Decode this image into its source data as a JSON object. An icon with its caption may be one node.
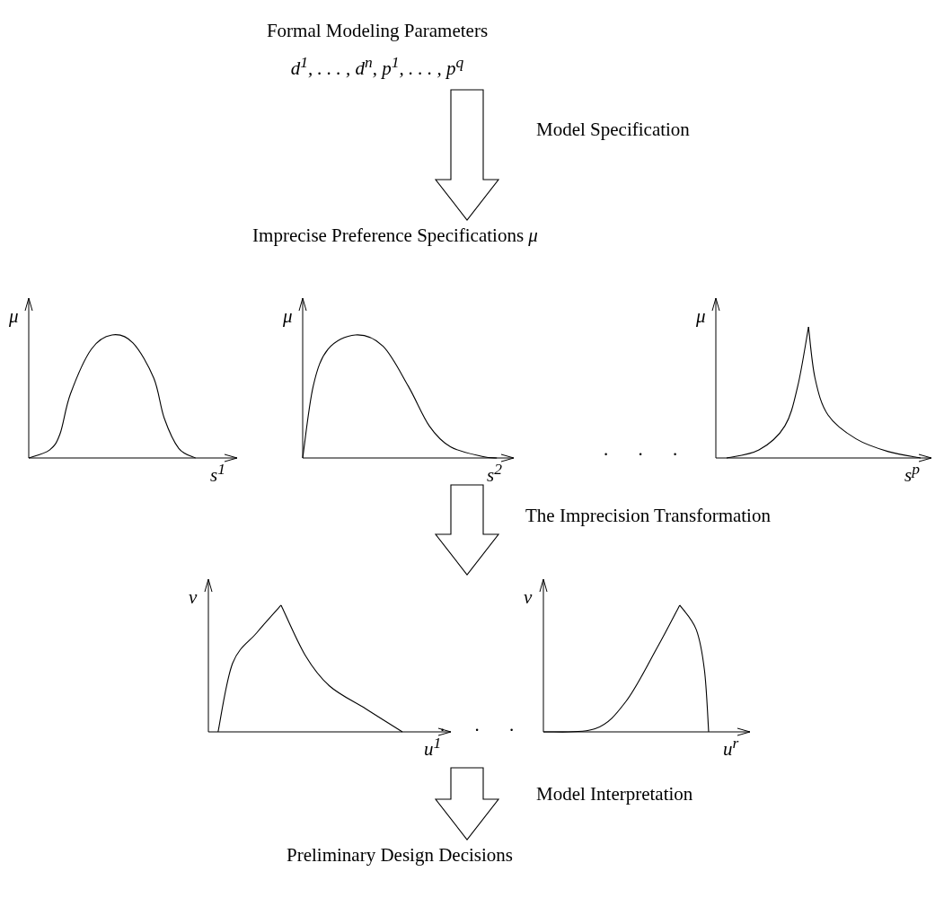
{
  "diagram": {
    "nodes": [
      {
        "text": [
          "Formal Modeling Parameters",
          "d$^{1}$, . . . , d$^{n}$, p$^{1}$, . . . , p$^{q}$"
        ]
      },
      {
        "text": [
          "Imprecise Preference Specifications *μ*"
        ]
      },
      {
        "text": [
          "μ",
          "s$^{1}$"
        ]
      },
      {
        "text": [
          "μ",
          "s$^{2}$"
        ]
      },
      {
        "text": [
          "μ",
          "s$^{p}$"
        ]
      },
      {
        "text": [
          "ν",
          "u$^{1}$"
        ]
      },
      {
        "text": [
          "ν",
          "u$^{r}$"
        ]
      },
      {
        "text": [
          "Preliminary Design Decisions"
        ]
      }
    ],
    "edges": [
      {
        "from": 0,
        "to": 1,
        "arrow": "to",
        "label": "Model Specification"
      },
      {
        "from": 3,
        "to": 5,
        "arrow": "to",
        "label": "The Imprecision Transformation"
      },
      {
        "from": 5,
        "to": 7,
        "arrow": "to",
        "label": "Model Interpretation"
      }
    ],
    "labels": [
      ". . .",
      ". . ."
    ]
  }
}
